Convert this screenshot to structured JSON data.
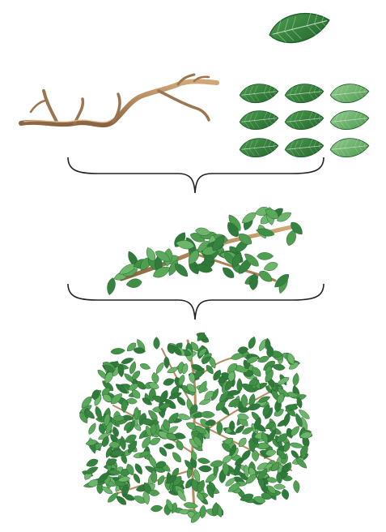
{
  "diagram": {
    "stages": [
      {
        "id": "single-leaf",
        "count": 1
      },
      {
        "id": "bare-branch",
        "count": 1
      },
      {
        "id": "leaf-grid",
        "rows": 3,
        "cols": 3
      },
      {
        "id": "leafy-branch",
        "count": 1
      },
      {
        "id": "full-tree",
        "count": 1
      }
    ],
    "colors": {
      "leaf_dark": "#2f7a3a",
      "leaf_mid": "#3f8f45",
      "leaf_light": "#6cb56a",
      "leaf_pale": "#8bc88a",
      "vein": "#d8ecd2",
      "wood": "#b58b60",
      "wood_dark": "#7d5a3a",
      "brace": "#222222",
      "background": "#ffffff"
    }
  }
}
